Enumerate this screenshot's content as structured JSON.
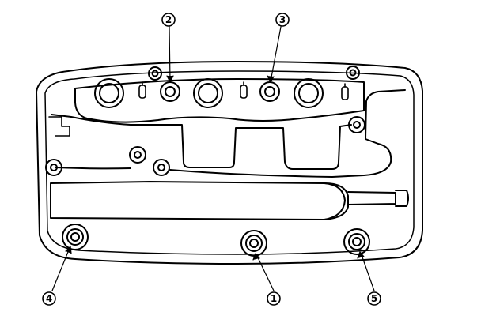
{
  "colors": {
    "line": "#000000",
    "background": "#ffffff"
  },
  "callouts": {
    "c1": "1",
    "c2": "2",
    "c3": "3",
    "c4": "4",
    "c5": "5"
  }
}
